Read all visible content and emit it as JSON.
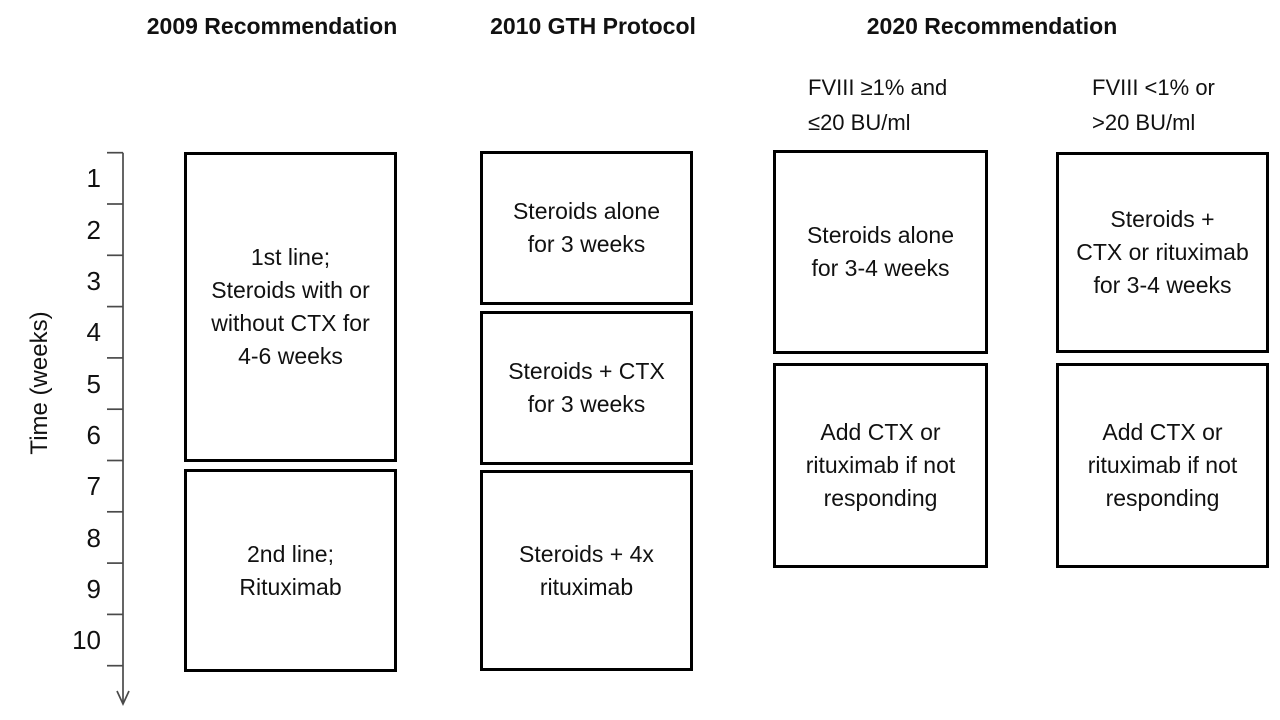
{
  "headers": {
    "rec2009": "2009 Recommendation",
    "gth2010": "2010 GTH Protocol",
    "rec2020": "2020 Recommendation",
    "sub_low_titer": "FVIII ≥1% and\n≤20 BU/ml",
    "sub_high_titer": "FVIII <1% or\n>20 BU/ml"
  },
  "axis": {
    "label": "Time (weeks)",
    "ticks": [
      "1",
      "2",
      "3",
      "4",
      "5",
      "6",
      "7",
      "8",
      "9",
      "10"
    ]
  },
  "columns": {
    "rec2009": {
      "box1": "1st line;\nSteroids with or\nwithout CTX for\n4-6 weeks",
      "box2": "2nd line;\nRituximab"
    },
    "gth2010": {
      "box1": "Steroids alone\nfor 3 weeks",
      "box2": "Steroids + CTX\nfor 3 weeks",
      "box3": "Steroids + 4x\nrituximab"
    },
    "rec2020_low": {
      "box1": "Steroids alone\nfor 3-4 weeks",
      "box2": "Add CTX or\nrituximab if not\nresponding"
    },
    "rec2020_high": {
      "box1": "Steroids +\nCTX or rituximab\nfor 3-4 weeks",
      "box2": "Add CTX or\nrituximab if not\nresponding"
    }
  },
  "colors": {
    "background": "#ffffff",
    "ink": "#111111",
    "box_border": "#000000",
    "axis_stroke": "#4a4a4a"
  }
}
